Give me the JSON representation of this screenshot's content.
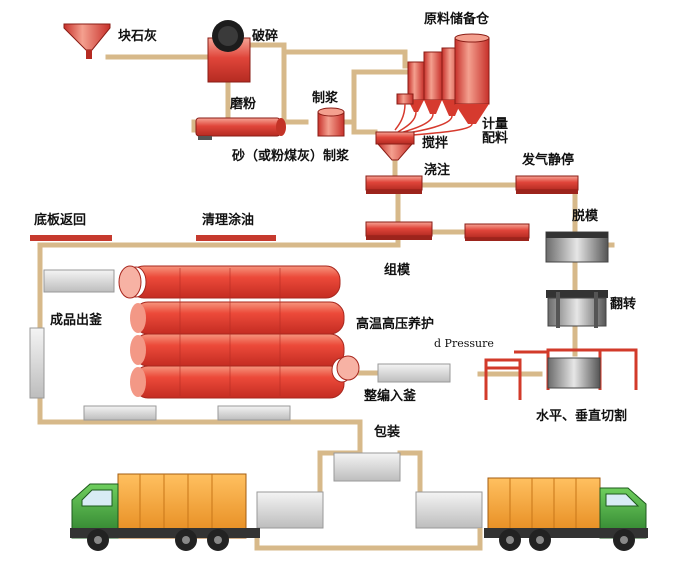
{
  "labels": {
    "quicklime": "块石灰",
    "crushing": "破碎",
    "storage": "原料储备仓",
    "grinding": "磨粉",
    "slurry": "制浆",
    "sand": "砂（或粉煤灰）制浆",
    "mixing": "搅拌",
    "metering_1": "计量",
    "metering_2": "配料",
    "pouring": "浇注",
    "foaming": "发气静停",
    "demolding": "脱模",
    "base_return": "底板返回",
    "oiling": "清理涂油",
    "assembly": "组模",
    "flipping": "翻转",
    "finished_out": "成品出釜",
    "autoclave": "高温高压养护",
    "pressure": "d Pressure",
    "cutting": "水平、垂直切割",
    "loading": "整编入釜",
    "packing": "包装"
  },
  "colors": {
    "pipe": "#d7b98a",
    "equipment_red": "#e0453a",
    "autoclave_red": "#e8483a",
    "truck_cargo": "#f5a030",
    "truck_cab": "#3a9a3a",
    "frame": "#d23a2a"
  }
}
